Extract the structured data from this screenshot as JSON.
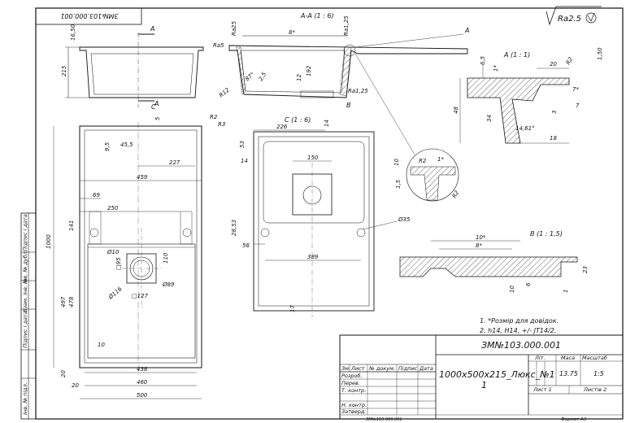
{
  "stamp_top": "ЗМ№103.000.001",
  "roughness": "Ra2.5",
  "views": {
    "front": {
      "dims_left": [
        "1000",
        "141",
        "497",
        "478",
        "20"
      ],
      "dims_top": [
        "9,5",
        "45,5",
        "227",
        "459",
        "69",
        "250"
      ],
      "dims_right": [
        "R2",
        "R3",
        "5",
        "110"
      ],
      "inner": [
        "Ø10",
        "□95",
        "Ø116",
        "□127",
        "Ø89",
        "10"
      ],
      "dims_bottom": [
        "438",
        "460",
        "500",
        "20"
      ],
      "section_mark": "C"
    },
    "side": {
      "dims": [
        "16,50",
        "215"
      ],
      "mark": "A"
    },
    "section_aa": {
      "title": "A-A (1 : 6)",
      "labels": [
        "Ra25",
        "Ra1,25",
        "8*",
        "Ra5",
        "R12",
        "87°",
        "2,5",
        "12",
        "192",
        "Ra1,25",
        "B",
        "A"
      ]
    },
    "detail_a": {
      "title": "A (1 : 1)",
      "labels": [
        "6,5",
        "1*",
        "20",
        "R2",
        "1,50",
        "7*",
        "48",
        "34",
        "3",
        "7",
        "14,61°",
        "18"
      ]
    },
    "detail_a2": {
      "labels": [
        "10",
        "R2",
        "1*",
        "1,5",
        "R2"
      ]
    },
    "section_c": {
      "title": "C (1 : 6)",
      "labels": [
        "226",
        "14",
        "53",
        "14",
        "150",
        "28,53",
        "56",
        "389",
        "17",
        "Ø35"
      ]
    },
    "detail_b": {
      "title": "B (1 : 1,5)",
      "labels": [
        "10*",
        "8*",
        "23",
        "10",
        "6",
        "1"
      ]
    }
  },
  "notes": [
    "1.   *Розмір для довідок.",
    "2.   h14, H14, +/- JT14/2."
  ],
  "side_strip": [
    "Підпис і дата",
    "Інв. № дубл.",
    "Взам. інв. №",
    "Підпис і дата",
    "Інв. № підл."
  ],
  "title_block": {
    "designation": "ЗМ№103.000.001",
    "name_line1": "1000х500х215_Люкс_№1",
    "name_line2": "1",
    "headers": [
      "Зм.",
      "Лист",
      "№ докум.",
      "Підпис",
      "Дата"
    ],
    "roles": [
      "Розроб.",
      "Перев.",
      "Т. контр.",
      "Н. контр.",
      "Затверд."
    ],
    "lit_label": "Літ.",
    "mass_label": "Маса",
    "scale_label": "Масштаб",
    "mass": "13.75",
    "scale": "1:5",
    "sheet": "Лист 1",
    "sheets": "Листів 2",
    "copy_label": "ЗМ№103.000.001",
    "format": "Формат А3"
  }
}
